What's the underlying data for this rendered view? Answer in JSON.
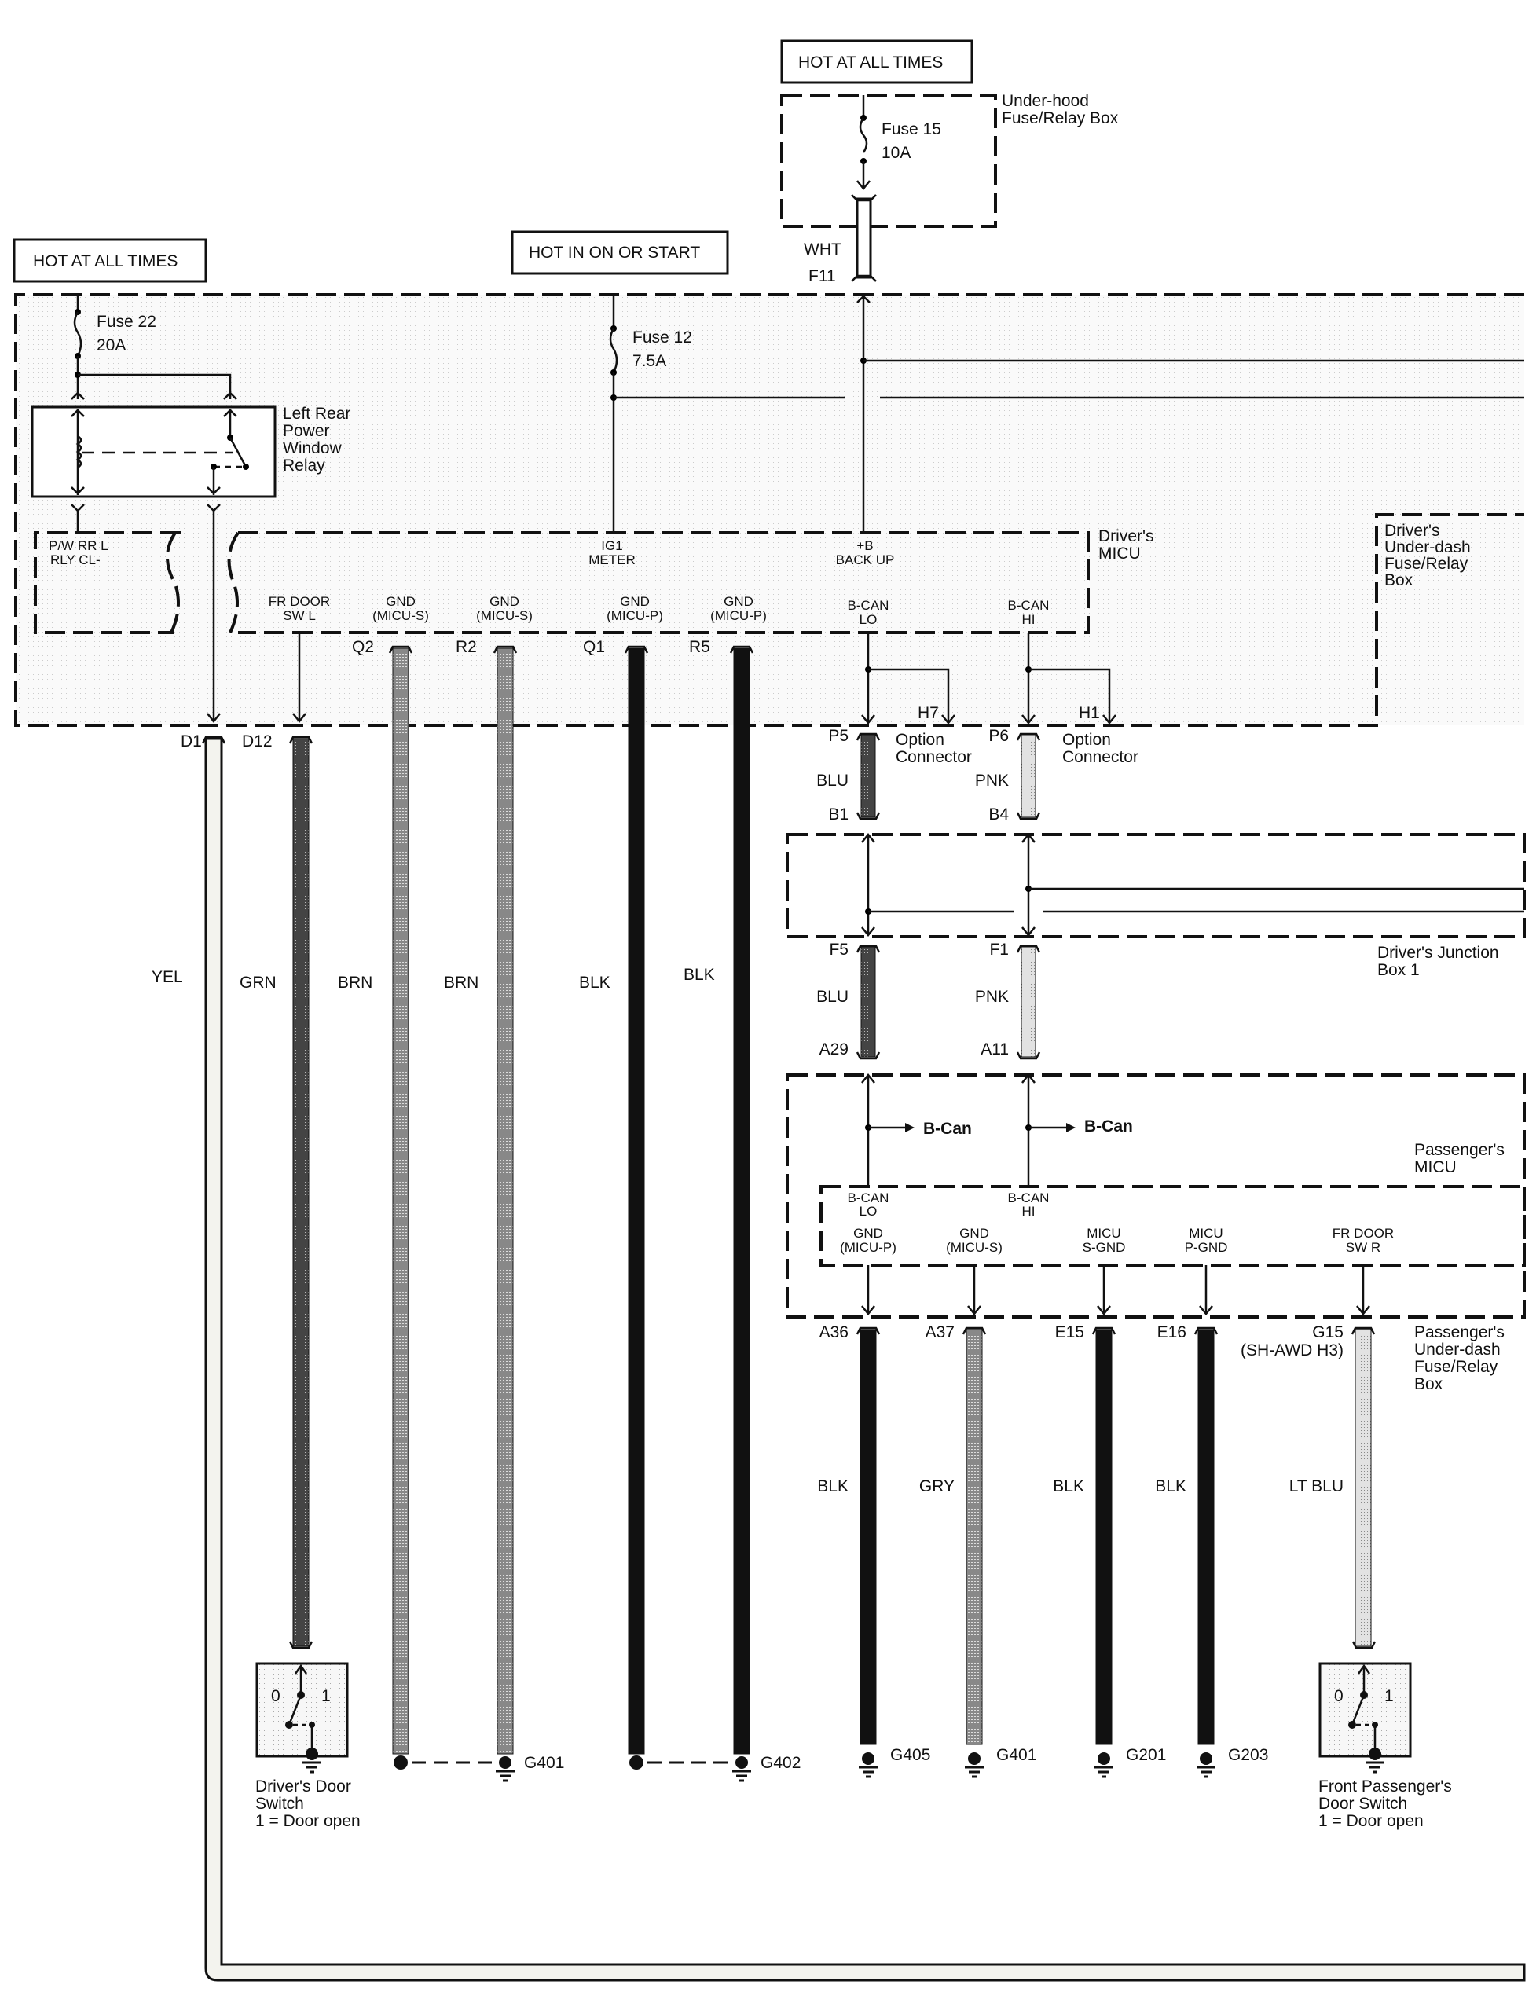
{
  "title": "Door switch / MICU ground circuit wiring diagram",
  "power_labels": {
    "hot_top": "HOT AT ALL TIMES",
    "hot_left": "HOT AT ALL TIMES",
    "hot_on_start": "HOT IN ON OR START"
  },
  "fuses": {
    "fuse15": {
      "name": "Fuse 15",
      "rating": "10A"
    },
    "fuse22": {
      "name": "Fuse 22",
      "rating": "20A"
    },
    "fuse12": {
      "name": "Fuse 12",
      "rating": "7.5A"
    }
  },
  "components": {
    "underhood_box": [
      "Under-hood",
      "Fuse/Relay Box"
    ],
    "relay": [
      "Left Rear",
      "Power",
      "Window",
      "Relay"
    ],
    "drivers_micu": [
      "Driver's",
      "MICU"
    ],
    "drivers_underdash": [
      "Driver's",
      "Under-dash",
      "Fuse/Relay",
      "Box"
    ],
    "junction_box": [
      "Driver's Junction",
      "Box 1"
    ],
    "passengers_micu": [
      "Passenger's",
      "MICU"
    ],
    "passengers_underdash": [
      "Passenger's",
      "Under-dash",
      "Fuse/Relay",
      "Box"
    ],
    "option_connector": [
      "Option",
      "Connector"
    ],
    "drivers_door_switch": [
      "Driver's Door",
      "Switch",
      "1 = Door open"
    ],
    "front_pass_door_switch": [
      "Front Passenger's",
      "Door Switch",
      "1 = Door open"
    ]
  },
  "switch_states": {
    "off": "0",
    "on": "1"
  },
  "wht_wire": {
    "color": "WHT",
    "pin": "F11"
  },
  "micu_pins": {
    "pw_rr": [
      "P/W RR L",
      "RLY CL-"
    ],
    "ig1": [
      "IG1",
      "METER"
    ],
    "backup": [
      "+B",
      "BACK UP"
    ],
    "fr_door_l": [
      "FR DOOR",
      "SW L"
    ],
    "gnd1": [
      "GND",
      "(MICU-S)"
    ],
    "gnd2": [
      "GND",
      "(MICU-S)"
    ],
    "gnd3": [
      "GND",
      "(MICU-P)"
    ],
    "gnd4": [
      "GND",
      "(MICU-P)"
    ],
    "bcan_lo": [
      "B-CAN",
      "LO"
    ],
    "bcan_hi": [
      "B-CAN",
      "HI"
    ]
  },
  "option_pins": {
    "h7": "H7",
    "h1": "H1"
  },
  "left_wires": [
    {
      "pin": "D1",
      "color": "YEL"
    },
    {
      "pin": "D12",
      "color": "GRN"
    },
    {
      "pin": "Q2",
      "color": "BRN"
    },
    {
      "pin": "R2",
      "color": "BRN"
    },
    {
      "pin": "Q1",
      "color": "BLK"
    },
    {
      "pin": "R5",
      "color": "BLK"
    }
  ],
  "left_grounds": [
    "G401",
    "G402"
  ],
  "can_wires": {
    "lo": {
      "top_pin": "P5",
      "color": "BLU",
      "jb_in": "B1",
      "jb_out": "F5",
      "color2": "BLU",
      "pass_pin": "A29"
    },
    "hi": {
      "top_pin": "P6",
      "color": "PNK",
      "jb_in": "B4",
      "jb_out": "F1",
      "color2": "PNK",
      "pass_pin": "A11"
    }
  },
  "bcan_arrow": "B-Can",
  "pass_micu_pins": {
    "bcan_lo": [
      "B-CAN",
      "LO"
    ],
    "bcan_hi": [
      "B-CAN",
      "HI"
    ],
    "gnd_p": [
      "GND",
      "(MICU-P)"
    ],
    "gnd_s": [
      "GND",
      "(MICU-S)"
    ],
    "s_gnd": [
      "MICU",
      "S-GND"
    ],
    "p_gnd": [
      "MICU",
      "P-GND"
    ],
    "fr_door_r": [
      "FR DOOR",
      "SW R"
    ]
  },
  "right_wires": [
    {
      "pin": "A36",
      "color": "BLK",
      "ground": "G405"
    },
    {
      "pin": "A37",
      "color": "GRY",
      "ground": "G401"
    },
    {
      "pin": "E15",
      "color": "BLK",
      "ground": "G201"
    },
    {
      "pin": "E16",
      "color": "BLK",
      "ground": "G203"
    },
    {
      "pin": "G15",
      "pin_note": "(SH-AWD H3)",
      "color": "LT BLU"
    }
  ]
}
